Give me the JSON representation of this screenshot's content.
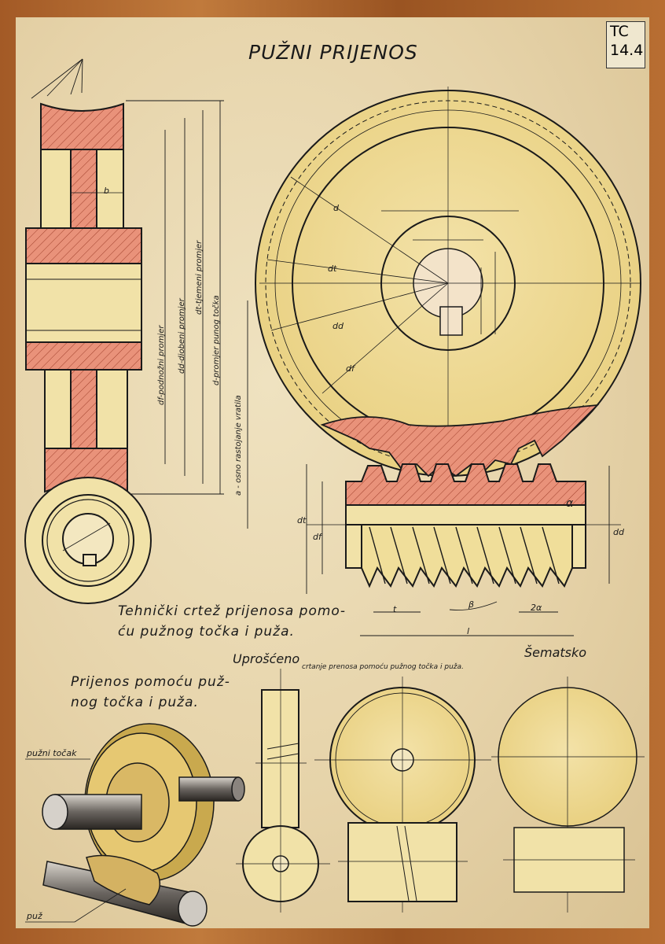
{
  "title": "PUŽNI PRIJENOS",
  "badge": {
    "line1": "TC",
    "line2": "14.4"
  },
  "caption_main": "Tehnički crtež prijenosa pomo-ću pužnog točka i puža.",
  "caption_bottom_left": "Prijenos pomoću puž-nog točka i puža.",
  "label_simplified": "Uprošćeno",
  "label_schematic": "Šematsko",
  "subtitle_simplified": "crtanje prenosa pomoću pužnog točka i puža.",
  "label_worm_wheel": "pužni točak",
  "label_worm": "puž",
  "dims": {
    "df": "df-podnožni promjer",
    "dd": "dd-diobeni promjer",
    "dt": "dt-tjemeni promjer",
    "d": "d-promjer punog točka",
    "a": "a - osno rastojanje vratila",
    "b": "b",
    "t": "t",
    "beta": "β",
    "two_alpha": "2α",
    "l": "l",
    "alpha": "α",
    "c_d": "d",
    "c_dt": "dt",
    "c_dd": "dd",
    "c_df": "df",
    "w_dt": "dt",
    "w_df": "df",
    "w_dd": "dd"
  }
}
